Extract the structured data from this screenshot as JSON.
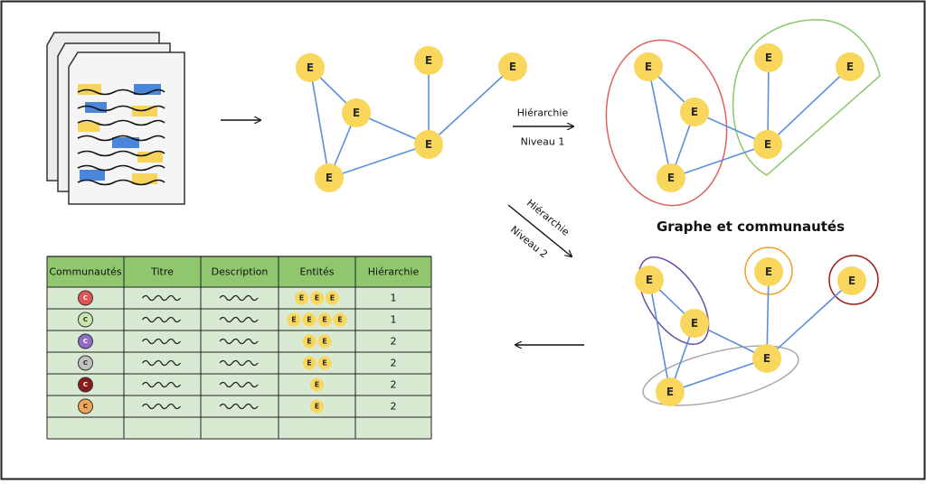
{
  "node_label": "E",
  "community_label": "C",
  "arrow1": {
    "top": "Hiérarchie",
    "bottom": "Niveau 1"
  },
  "arrow2": {
    "top": "Hiérarchie",
    "bottom": "Niveau 2"
  },
  "section_title": "Graphe et communautés",
  "table": {
    "headers": [
      "Communautés",
      "Titre",
      "Description",
      "Entités",
      "Hiérarchie"
    ],
    "rows": [
      {
        "community_color": "#e05555",
        "entities": 3,
        "hierarchy": "1"
      },
      {
        "community_color": "#c8e6b0",
        "entities": 4,
        "hierarchy": "1"
      },
      {
        "community_color": "#8f6cc6",
        "entities": 2,
        "hierarchy": "2"
      },
      {
        "community_color": "#c0c0c0",
        "entities": 2,
        "hierarchy": "2"
      },
      {
        "community_color": "#8b1a1a",
        "entities": 1,
        "hierarchy": "2"
      },
      {
        "community_color": "#f0a35a",
        "entities": 1,
        "hierarchy": "2"
      }
    ]
  },
  "colors": {
    "node_fill": "#f9d65c",
    "edge": "#5b8fd9",
    "header_fill": "#8fc66e",
    "row_fill": "#d9ead3",
    "highlight_yellow": "#f6d35a",
    "highlight_blue": "#4a86dc",
    "community_red": "#e06060",
    "community_green": "#8cc66a",
    "community_purple": "#6a4fa0",
    "community_orange": "#f0a020",
    "community_darkred": "#a01818",
    "community_gray": "#a8a8a8"
  }
}
